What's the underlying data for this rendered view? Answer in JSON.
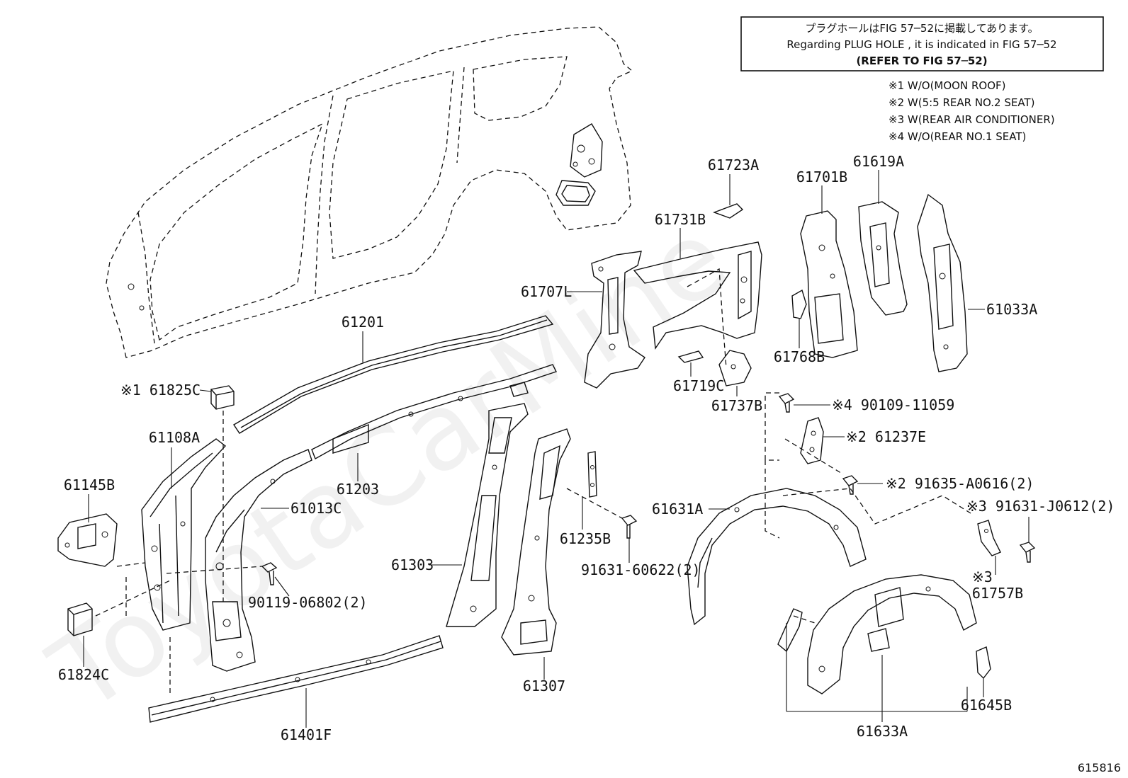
{
  "notice_box": {
    "line1": "プラグホールはFIG 57─52に掲載してあります。",
    "line2": "Regarding  PLUG  HOLE , it is indicated in FIG  57─52",
    "line3": "(REFER TO FIG 57─52)"
  },
  "footnotes": [
    "※1 W/O(MOON ROOF)",
    "※2 W(5:5 REAR NO.2 SEAT)",
    "※3 W(REAR AIR CONDITIONER)",
    "※4 W/O(REAR NO.1 SEAT)"
  ],
  "parts": {
    "p61201": "61201",
    "p61825C": "※1 61825C",
    "p61108A": "61108A",
    "p61145B": "61145B",
    "p61824C": "61824C",
    "p61203": "61203",
    "p61013C": "61013C",
    "p90119": "90119-06802(2)",
    "p61303": "61303",
    "p61307": "61307",
    "p61401F": "61401F",
    "p61235B": "61235B",
    "p91631_60622": "91631-60622(2)",
    "p61707L": "61707L",
    "p61731B": "61731B",
    "p61723A": "61723A",
    "p61719C": "61719C",
    "p61737B": "61737B",
    "p61768B": "61768B",
    "p61701B": "61701B",
    "p61619A": "61619A",
    "p61033A": "61033A",
    "p90109": "※4 90109-11059",
    "p61237E": "※2 61237E",
    "p91635": "※2 91635-A0616(2)",
    "p91631_J0612": "※3 91631-J0612(2)",
    "p61631A": "61631A",
    "p61757B_mark": "※3",
    "p61757B": "61757B",
    "p61633A": "61633A",
    "p61645B": "61645B"
  },
  "figure_number": "615816",
  "watermark": "ToyotaCarMine"
}
